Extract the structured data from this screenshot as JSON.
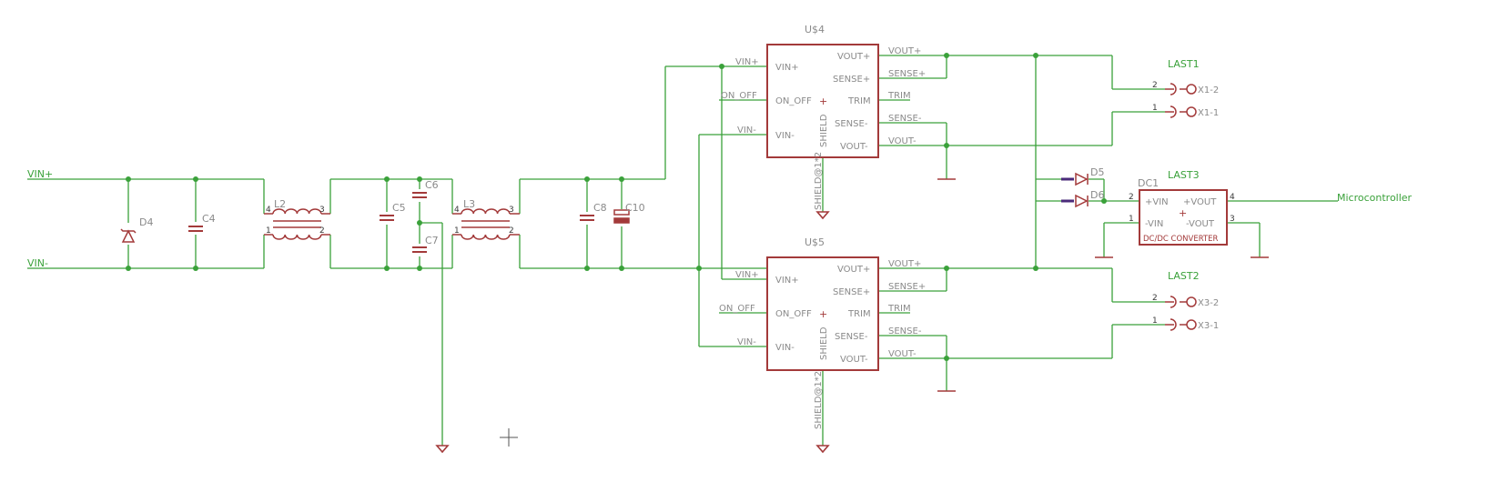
{
  "colors": {
    "background": "#ffffff",
    "wire": "#3aa13a",
    "junction": "#3aa13a",
    "symbol": "#a33a3a",
    "label_gray": "#8a8a8a",
    "net_label": "#3aa13a",
    "diode_fill": "#4a2a7a"
  },
  "nets": {
    "vin_plus": "VIN+",
    "vin_minus": "VIN-",
    "microcontroller": "Microcontroller"
  },
  "components": {
    "d4": "D4",
    "c4": "C4",
    "l2": "L2",
    "c5": "C5",
    "c6": "C6",
    "c7": "C7",
    "l3": "L3",
    "c8": "C8",
    "c10": "C10",
    "d5": "D5",
    "d6": "D6",
    "dc1": "DC1",
    "last1": "LAST1",
    "last2": "LAST2",
    "last3": "LAST3"
  },
  "inductor_pins": {
    "p1": "1",
    "p2": "2",
    "p3": "3",
    "p4": "4"
  },
  "u4": {
    "name": "U$4",
    "pins_left": [
      "VIN+",
      "ON_OFF",
      "VIN-"
    ],
    "pins_right": [
      "VOUT+",
      "SENSE+",
      "TRIM",
      "SENSE-",
      "VOUT-"
    ],
    "shield": "SHIELD",
    "shield_net": "SHIELD@1*2",
    "nets_left": [
      "VIN+",
      "ON_OFF",
      "VIN-"
    ],
    "nets_right": [
      "VOUT+",
      "SENSE+",
      "TRIM",
      "SENSE-",
      "VOUT-"
    ]
  },
  "u5": {
    "name": "U$5",
    "pins_left": [
      "VIN+",
      "ON_OFF",
      "VIN-"
    ],
    "pins_right": [
      "VOUT+",
      "SENSE+",
      "TRIM",
      "SENSE-",
      "VOUT-"
    ],
    "shield": "SHIELD",
    "shield_net": "SHIELD@1*2",
    "nets_left": [
      "VIN+",
      "ON_OFF",
      "VIN-"
    ],
    "nets_right": [
      "VOUT+",
      "SENSE+",
      "TRIM",
      "SENSE-",
      "VOUT-"
    ]
  },
  "dc1_block": {
    "vin_plus": "+VIN",
    "vin_minus": "-VIN",
    "vout_plus": "+VOUT",
    "vout_minus": "-VOUT",
    "caption": "DC/DC CONVERTER",
    "pin2": "2",
    "pin1": "1",
    "pin4": "4",
    "pin3": "3"
  },
  "connectors": {
    "x1_2": "X1-2",
    "x1_1": "X1-1",
    "x3_2": "X3-2",
    "x3_1": "X3-1",
    "pin2": "2",
    "pin1": "1"
  }
}
